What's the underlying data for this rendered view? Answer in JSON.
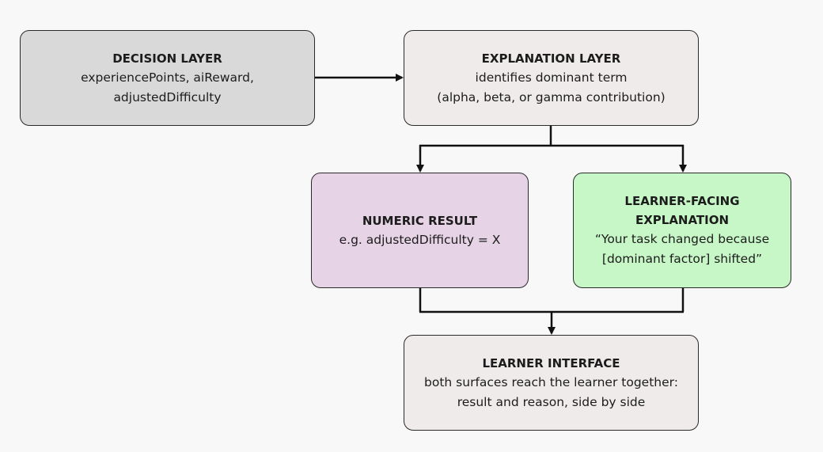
{
  "decision_layer": {
    "title": "DECISION LAYER",
    "lines": [
      "experiencePoints, aiReward,",
      "adjustedDifficulty"
    ]
  },
  "explanation_layer": {
    "title": "EXPLANATION LAYER",
    "lines": [
      "identifies dominant term",
      "(alpha, beta, or gamma contribution)"
    ]
  },
  "numeric_result": {
    "title": "NUMERIC RESULT",
    "lines": [
      "e.g. adjustedDifficulty = X"
    ]
  },
  "learner_facing": {
    "title_lines": [
      "LEARNER-FACING",
      "EXPLANATION"
    ],
    "lines": [
      "“Your task changed because",
      "[dominant factor] shifted”"
    ]
  },
  "learner_interface": {
    "title": "LEARNER INTERFACE",
    "lines": [
      "both surfaces reach the learner together:",
      "result and reason, side by side"
    ]
  },
  "colors": {
    "decision_fill": "#d9d9d9",
    "explanation_fill": "#f0ebeb",
    "numeric_fill": "#e6d3e6",
    "learner_facing_fill": "#c7f7c7",
    "interface_fill": "#f0ebeb",
    "stroke": "#111111"
  }
}
